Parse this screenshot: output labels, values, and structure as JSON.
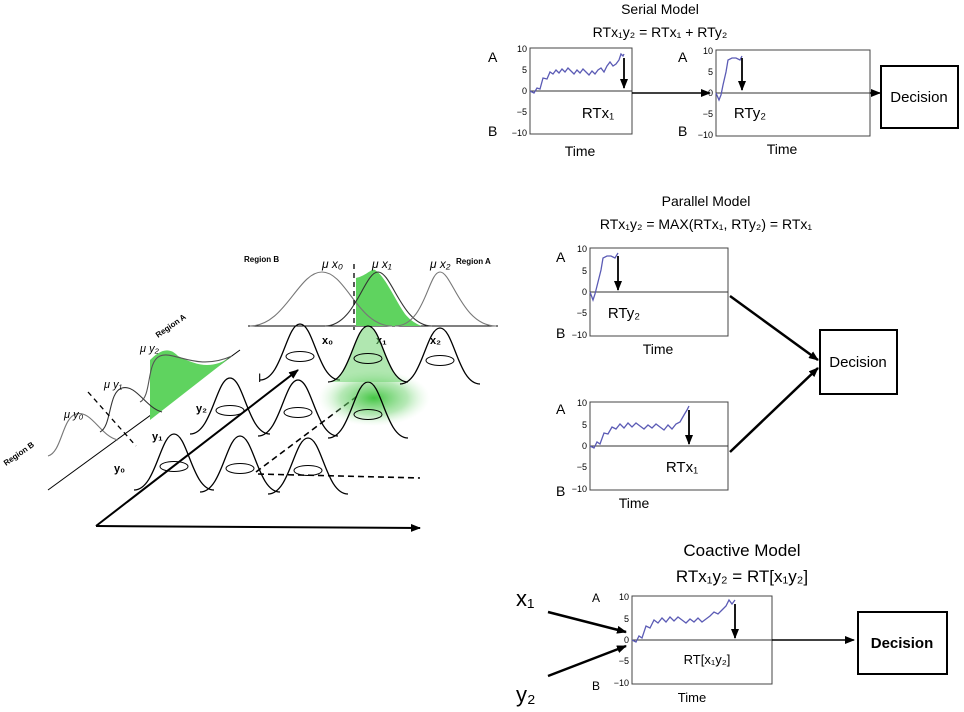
{
  "serial": {
    "title": "Serial Model",
    "equation": "RTx₁y₂ = RTx₁ + RTy₂",
    "panel1": {
      "top": "A",
      "bottom": "B",
      "rt": "RTx₁",
      "xlabel": "Time",
      "ticks": [
        "10",
        "5",
        "0",
        "−5",
        "−10"
      ]
    },
    "panel2": {
      "top": "A",
      "bottom": "B",
      "rt": "RTy₂",
      "xlabel": "Time",
      "ticks": [
        "10",
        "5",
        "0",
        "−5",
        "−10"
      ]
    },
    "decision": "Decision"
  },
  "parallel": {
    "title": "Parallel Model",
    "equation": "RTx₁y₂ = MAX(RTx₁, RTy₂) = RTx₁",
    "panel1": {
      "top": "A",
      "bottom": "B",
      "rt": "RTy₂",
      "xlabel": "Time",
      "ticks": [
        "10",
        "5",
        "0",
        "−5",
        "−10"
      ]
    },
    "panel2": {
      "top": "A",
      "bottom": "B",
      "rt": "RTx₁",
      "xlabel": "Time",
      "ticks": [
        "10",
        "5",
        "0",
        "−5",
        "−10"
      ]
    },
    "decision": "Decision"
  },
  "coactive": {
    "title": "Coactive Model",
    "equation": "RTx₁y₂ = RT[x₁y₂]",
    "panel": {
      "top": "A",
      "bottom": "B",
      "rt": "RT[x₁y₂]",
      "xlabel": "Time",
      "ticks": [
        "10",
        "5",
        "0",
        "−5",
        "−10"
      ]
    },
    "input1": "x₁",
    "input2": "y₂",
    "decision": "Decision"
  },
  "stimulus": {
    "top": {
      "region_b": "Region B",
      "region_a": "Region A",
      "mu0": "μ x₀",
      "mu1": "μ x₁",
      "mu2": "μ x₂",
      "x0": "x₀",
      "x1": "x₁",
      "x2": "x₂"
    },
    "left": {
      "region_b": "Region B",
      "region_a": "Region A",
      "mu0": "μ y₀",
      "mu1": "μ y₁",
      "mu2": "μ y₂",
      "y0": "y₀",
      "y1": "y₁",
      "y2": "y₂"
    },
    "axis_marker": "I"
  },
  "colors": {
    "walk": "#5b5bb5",
    "green": "#5fd35f",
    "green_light": "#c7f0c7",
    "ink": "#000000",
    "gray": "#777777"
  }
}
